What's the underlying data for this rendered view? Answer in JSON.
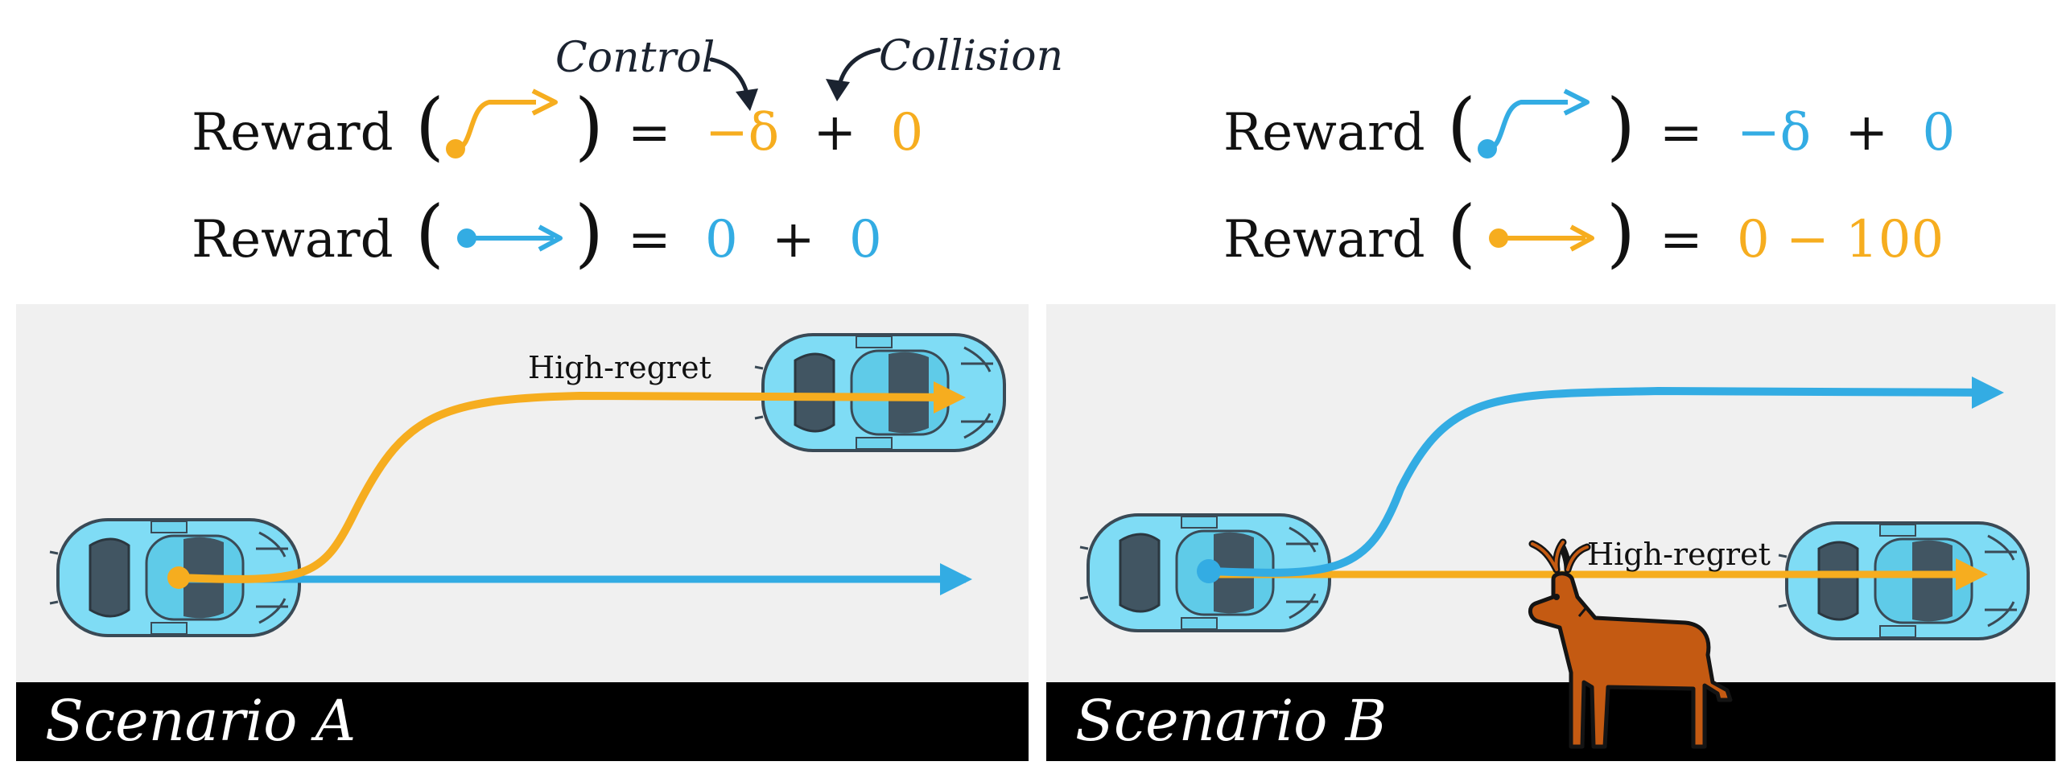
{
  "colors": {
    "orange": "#f6ad1f",
    "blue": "#33ace3",
    "deer": "#c45a12",
    "car": "#7fdcf5",
    "road": "#f0f0f0"
  },
  "icons": {
    "curved_trajectory": "curved-trajectory-icon",
    "straight_trajectory": "straight-trajectory-icon",
    "car": "car-icon",
    "deer": "deer-icon",
    "arrow": "arrow-icon"
  },
  "annotations": {
    "control": "Control",
    "collision": "Collision"
  },
  "scenario_a": {
    "label": "Scenario A",
    "path_label": "High-regret",
    "eq1": {
      "word": "Reward",
      "open": "(",
      "close": ")",
      "equals": "=",
      "term1": "−δ",
      "op": "+",
      "term2": "0"
    },
    "eq2": {
      "word": "Reward",
      "open": "(",
      "close": ")",
      "equals": "=",
      "term1": "0",
      "op": "+",
      "term2": "0"
    }
  },
  "scenario_b": {
    "label": "Scenario B",
    "path_label": "High-regret",
    "eq1": {
      "word": "Reward",
      "open": "(",
      "close": ")",
      "equals": "=",
      "term1": "−δ",
      "op": "+",
      "term2": "0"
    },
    "eq2": {
      "word": "Reward",
      "open": "(",
      "close": ")",
      "equals": "=",
      "expr": "0 − 100"
    }
  }
}
